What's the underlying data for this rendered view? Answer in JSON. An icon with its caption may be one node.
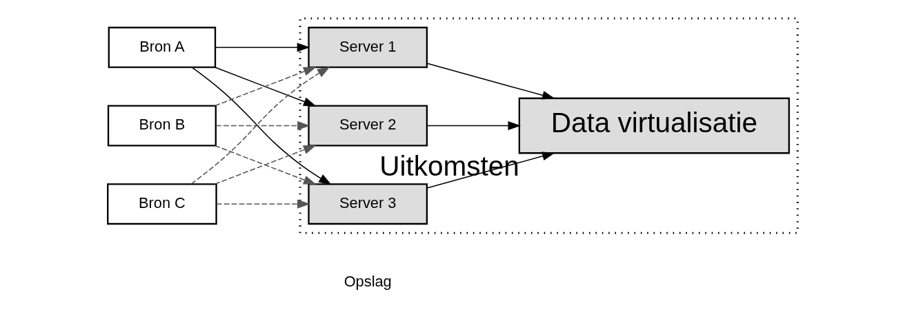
{
  "diagram": {
    "nodes": [
      {
        "text": [
          "Bron A"
        ]
      },
      {
        "text": [
          "Bron B"
        ]
      },
      {
        "text": [
          "Bron C"
        ]
      },
      {
        "text": [],
        "shape": "box"
      },
      {
        "text": [
          "Server 1"
        ],
        "in": 3
      },
      {
        "text": [
          "Server 2"
        ],
        "in": 3
      },
      {
        "text": [
          "Server 3"
        ],
        "in": 3
      },
      {
        "text": [
          "Data virtualisatie"
        ],
        "in": 3,
        "beside": [
          "Uitkomsten"
        ]
      }
    ],
    "edges": [
      {
        "from": 0,
        "to": 4,
        "arrow": "to"
      },
      {
        "from": 0,
        "to": 5,
        "arrow": "to"
      },
      {
        "from": 0,
        "to": 6,
        "arrow": "to"
      },
      {
        "from": 1,
        "to": 4,
        "arrow": "to",
        "style": "dashed",
        "color": "#555555"
      },
      {
        "from": 1,
        "to": 5,
        "arrow": "to",
        "style": "dashed",
        "color": "#555555"
      },
      {
        "from": 1,
        "to": 6,
        "arrow": "to",
        "style": "dashed",
        "color": "#555555"
      },
      {
        "from": 2,
        "to": 4,
        "arrow": "to",
        "style": "dashed",
        "color": "#555555"
      },
      {
        "from": 2,
        "to": 5,
        "arrow": "to",
        "style": "dashed",
        "color": "#555555"
      },
      {
        "from": 2,
        "to": 6,
        "arrow": "to",
        "style": "dashed",
        "color": "#555555"
      },
      {
        "from": 4,
        "to": 7,
        "arrow": "to"
      },
      {
        "from": 5,
        "to": 7,
        "arrow": "to"
      },
      {
        "from": 6,
        "to": 7,
        "arrow": "to"
      }
    ],
    "labels": [
      "Opslag"
    ]
  }
}
